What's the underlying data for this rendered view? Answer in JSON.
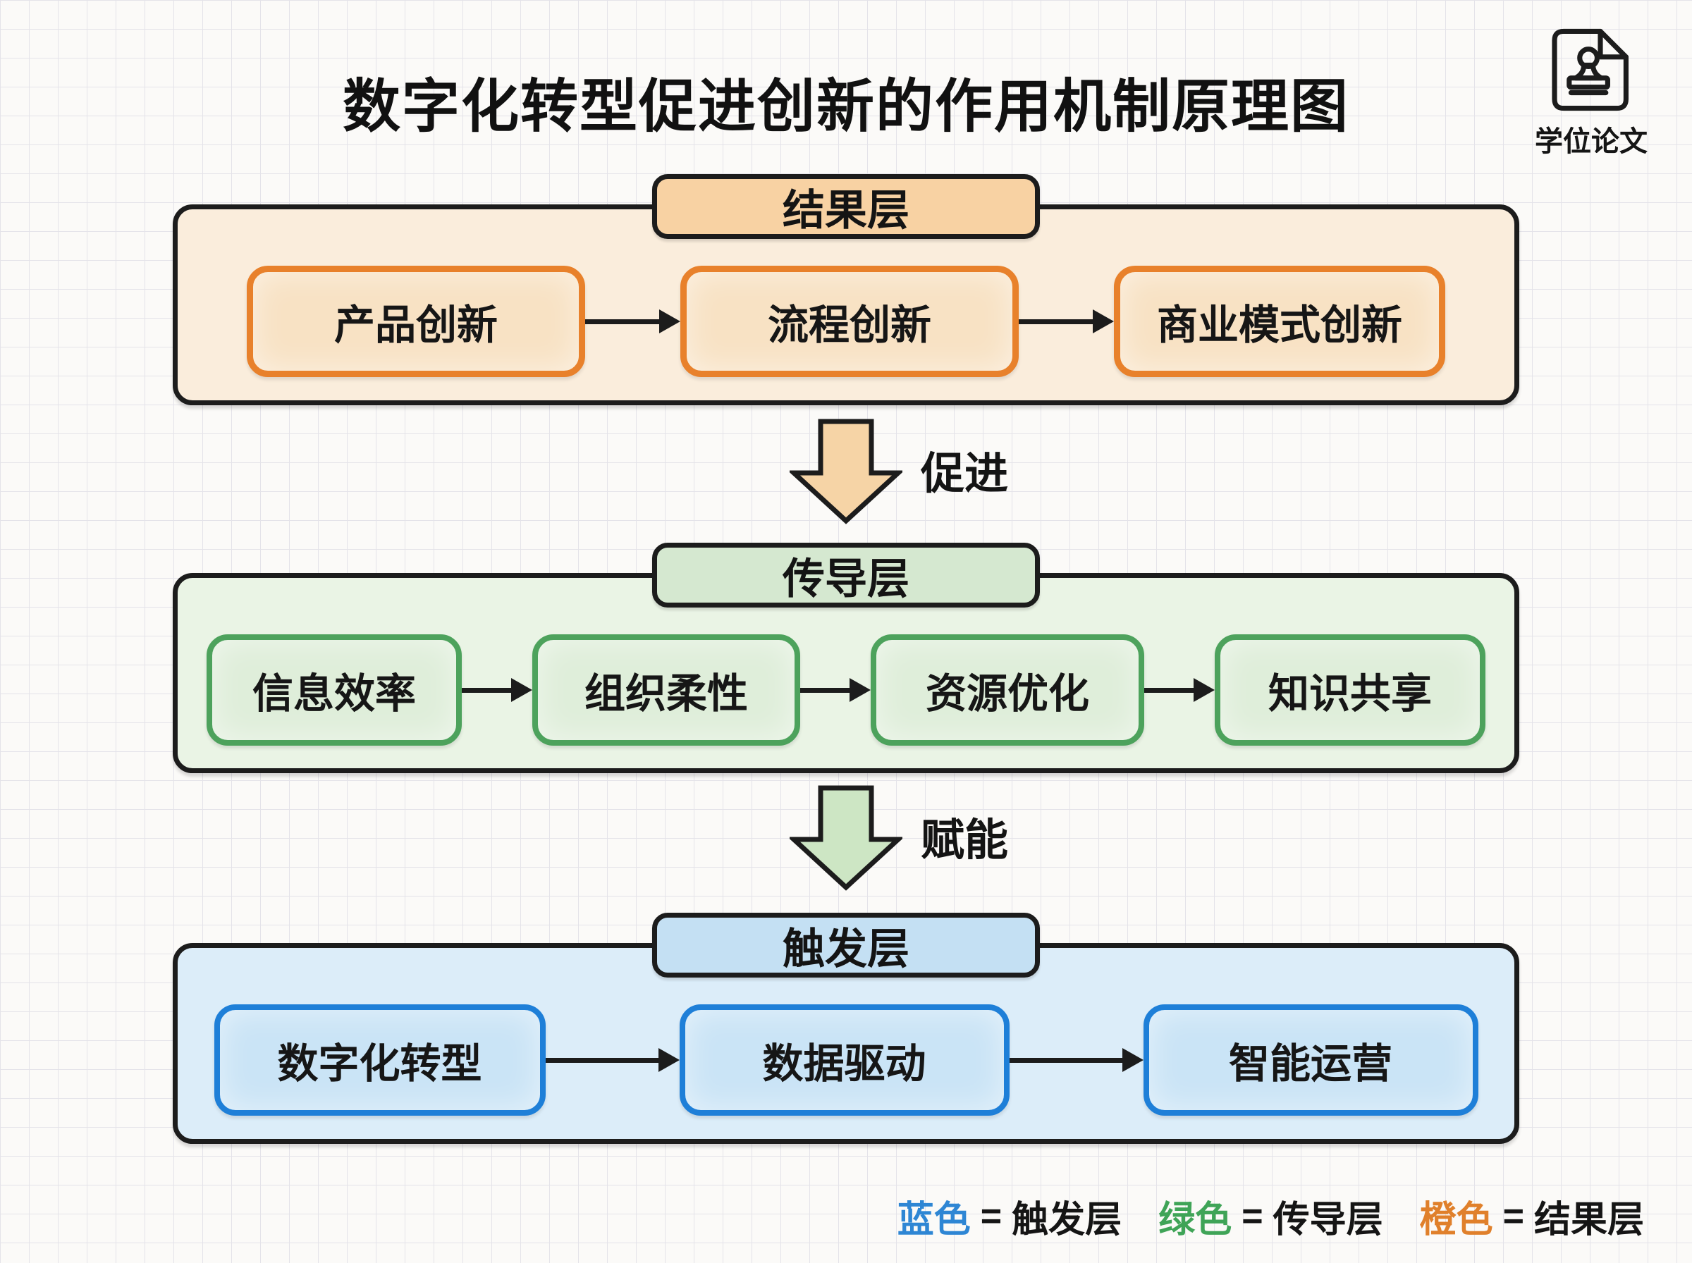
{
  "title": "数字化转型促进创新的作用机制原理图",
  "badge": {
    "label": "学位论文",
    "icon": "document-stamp-icon"
  },
  "layers": [
    {
      "id": "result",
      "header": "结果层",
      "nodes": [
        "产品创新",
        "流程创新",
        "商业模式创新"
      ]
    },
    {
      "id": "transmission",
      "header": "传导层",
      "nodes": [
        "信息效率",
        "组织柔性",
        "资源优化",
        "知识共享"
      ]
    },
    {
      "id": "trigger",
      "header": "触发层",
      "nodes": [
        "数字化转型",
        "数据驱动",
        "智能运营"
      ]
    }
  ],
  "connectors": [
    {
      "label": "促进",
      "direction": "down",
      "color_theme": "orange"
    },
    {
      "label": "赋能",
      "direction": "down",
      "color_theme": "green"
    }
  ],
  "legend": [
    {
      "color_word": "蓝色",
      "equals": "=",
      "layer_name": "触发层"
    },
    {
      "color_word": "绿色",
      "equals": "=",
      "layer_name": "传导层"
    },
    {
      "color_word": "橙色",
      "equals": "=",
      "layer_name": "结果层"
    }
  ],
  "colors": {
    "orange-border": "#E8812B",
    "orange-box": "#F8E2C4",
    "orange-container": "#FAEDDC",
    "orange-header": "#F8D2A3",
    "orange-arrow": "#F6D4A6",
    "green-border": "#4DA25C",
    "green-box": "#DFEEDA",
    "green-container": "#EAF4E5",
    "green-header": "#D5E8D0",
    "green-arrow": "#CDE6C4",
    "blue-border": "#1E7FD8",
    "blue-box": "#CAE4F6",
    "blue-container": "#DCEDF9",
    "blue-header": "#C4E0F3",
    "legend-blue": "#2E86D4",
    "legend-green": "#3FA457",
    "legend-orange": "#E0802B"
  }
}
